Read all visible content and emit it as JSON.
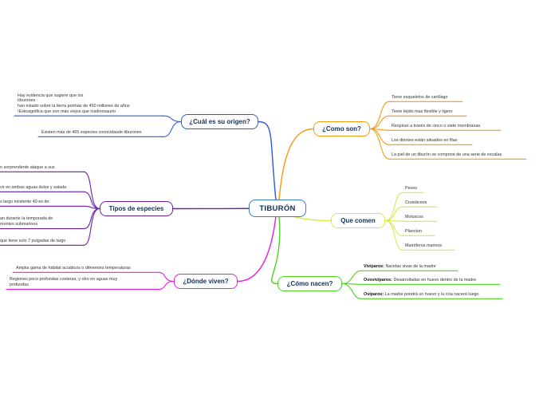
{
  "colors": {
    "center": "#3a7bd5",
    "origen": "#2a5bd6",
    "tipos": "#6a1fb0",
    "donde": "#e81ce8",
    "como_son": "#f59a12",
    "que_comen": "#d8e84a",
    "como_nacen": "#4cd41c"
  },
  "center": {
    "label": "TIBURÓN"
  },
  "branches": {
    "origen": {
      "label": "¿Cuál es su origen?",
      "leaves": [
        {
          "lines": [
            "Hay evidencia que sugiere que los",
            "tiburones",
            "han estado sobre la tierra pormás de 450 millones de años",
            "!Estosignifica que son más viejos que losdinosaurio"
          ]
        },
        {
          "lines": [
            "Existen más de 465 especies conocidasde tiburones"
          ]
        }
      ]
    },
    "tipos": {
      "label": "Tipos de especies",
      "leaves": [
        {
          "lines": [
            "n sorprendente ataque a sus"
          ]
        },
        {
          "lines": [
            "vir en ambas aguas dulce y salada"
          ]
        },
        {
          "lines": [
            "s largo existente 40 es de"
          ]
        },
        {
          "lines": [
            "an durante la temporada de",
            "montes submarinos"
          ]
        },
        {
          "lines": [
            "que tiene solo 7  pulgadas de largo"
          ]
        }
      ]
    },
    "donde": {
      "label": "¿Dónde viven?",
      "leaves": [
        {
          "lines": [
            "Amplia gama de hábitat acuáticos o diferentes temperaturas"
          ]
        },
        {
          "lines": [
            "Regiones poco profundas costeras, y otro en aguas muy",
            "profundas"
          ]
        }
      ]
    },
    "como_son": {
      "label": "¿Como son?",
      "leaves": [
        {
          "lines": [
            "Tiene esqueletos de cartílago"
          ]
        },
        {
          "lines": [
            "Tiene tejido mas flexible y ligero"
          ]
        },
        {
          "lines": [
            "Respiran a través de cinco o siete membranas"
          ]
        },
        {
          "lines": [
            "Los dientes están situados en filas"
          ]
        },
        {
          "lines": [
            "La piel de un tiburón se compone de una serie de escalas"
          ]
        }
      ]
    },
    "que_comen": {
      "label": "Que comen",
      "leaves": [
        {
          "lines": [
            "Peces"
          ]
        },
        {
          "lines": [
            "Crustáceos"
          ]
        },
        {
          "lines": [
            "Moluscos"
          ]
        },
        {
          "lines": [
            "Plancton"
          ]
        },
        {
          "lines": [
            "Mamíferos marinos"
          ]
        }
      ]
    },
    "como_nacen": {
      "label": "¿Cómo nacen?",
      "leaves": [
        {
          "bold": "Vivíparos:",
          "lines": [
            " Nacidas vivas de la madre"
          ]
        },
        {
          "bold": "Ovovivíparos:",
          "lines": [
            " Desarrolladas en huevo dentro de la madre"
          ]
        },
        {
          "bold": "Ovíparos:",
          "lines": [
            " La madre pondrá un huevo y la cría nacerá luego"
          ]
        }
      ]
    }
  }
}
